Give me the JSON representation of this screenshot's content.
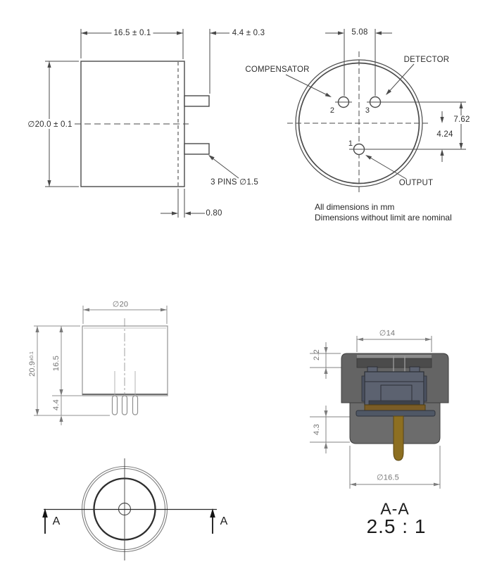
{
  "colors": {
    "line_dark": "#4a4a4a",
    "line_gray": "#8f8f8f",
    "housing_gray": "#646464",
    "inner_slate": "#5c6270",
    "brass_layer": "#7a5c26",
    "pin_gold": "#8d6f21"
  },
  "views": {
    "side_view": {
      "dims": {
        "body_width": "16.5 ± 0.1",
        "pin_length": "4.4 ± 0.3",
        "diameter": "∅20.0 ± 0.1",
        "pins_note": "3 PINS ∅1.5",
        "pin_offset": "0.80"
      }
    },
    "pin_view": {
      "dims": {
        "pin_spacing": "5.08",
        "row_to_output": "7.62",
        "center_to_output": "4.24"
      },
      "labels": {
        "compensator": "COMPENSATOR",
        "detector": "DETECTOR",
        "output": "OUTPUT"
      },
      "pins": {
        "output_number": "1",
        "compensator_number": "2",
        "detector_number": "3"
      }
    },
    "notes": {
      "line1": "All dimensions in mm",
      "line2": "Dimensions without limit are nominal"
    },
    "render_side_view": {
      "dims": {
        "diameter": "∅20",
        "overall_height": "20.9",
        "overall_height_tol": "±0.1",
        "body_height": "16.5",
        "pin_length": "4.4"
      }
    },
    "render_bottom_view": {
      "section_marker_left": "A",
      "section_marker_right": "A"
    },
    "section_view": {
      "dims": {
        "inner_diameter": "∅14",
        "recess_depth": "2.2",
        "base_height": "4.3",
        "base_diameter": "∅16.5"
      },
      "label": "A-A",
      "scale": "2.5 : 1"
    }
  }
}
